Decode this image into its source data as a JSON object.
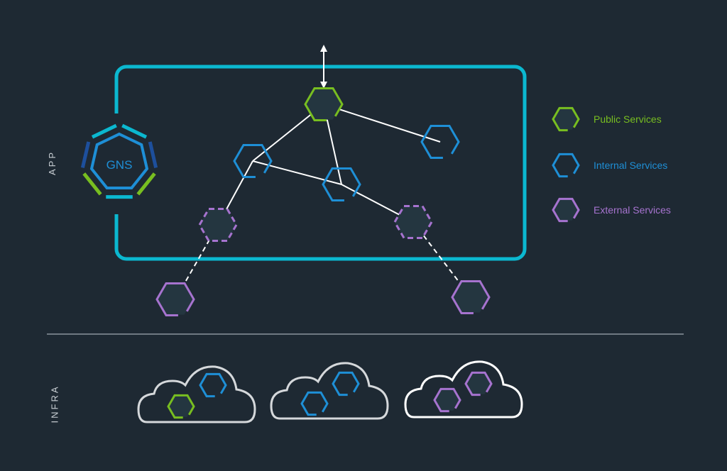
{
  "labels": {
    "app": "APP",
    "infra": "INFRA",
    "gns": "GNS"
  },
  "legend": [
    {
      "label": "Public Services",
      "type": "public"
    },
    {
      "label": "Internal Services",
      "type": "internal"
    },
    {
      "label": "External Services",
      "type": "external"
    }
  ],
  "colors": {
    "background": "#1e2933",
    "frame": "#0bb8d0",
    "public": "#78be20",
    "internal": "#1e8fd6",
    "external": "#a673cf",
    "link": "#ffffff",
    "cloud_default": "#d5d8db",
    "gns_dark": "#1d4f9c",
    "hex_fill": "#243640"
  },
  "nodes": [
    {
      "id": "p1",
      "type": "public",
      "dashed": false
    },
    {
      "id": "i1",
      "type": "internal",
      "dashed": false
    },
    {
      "id": "i2",
      "type": "internal",
      "dashed": false
    },
    {
      "id": "i3",
      "type": "internal",
      "dashed": false
    },
    {
      "id": "e1",
      "type": "external",
      "dashed": true
    },
    {
      "id": "e2",
      "type": "external",
      "dashed": true
    },
    {
      "id": "e3",
      "type": "external",
      "dashed": false
    },
    {
      "id": "e4",
      "type": "external",
      "dashed": false
    }
  ],
  "links": [
    {
      "from": "p1",
      "to": "i1",
      "dashed": false
    },
    {
      "from": "p1",
      "to": "i2",
      "dashed": false
    },
    {
      "from": "p1",
      "to": "i3",
      "dashed": false
    },
    {
      "from": "i1",
      "to": "i2",
      "dashed": false
    },
    {
      "from": "i1",
      "to": "e1",
      "dashed": false
    },
    {
      "from": "i2",
      "to": "e2",
      "dashed": false
    },
    {
      "from": "e1",
      "to": "e3",
      "dashed": true
    },
    {
      "from": "e2",
      "to": "e4",
      "dashed": true
    }
  ],
  "clouds": [
    {
      "name": "cloud-1",
      "services": [
        "internal",
        "public"
      ]
    },
    {
      "name": "cloud-2",
      "services": [
        "internal",
        "internal"
      ]
    },
    {
      "name": "cloud-3",
      "services": [
        "external",
        "external"
      ]
    }
  ]
}
